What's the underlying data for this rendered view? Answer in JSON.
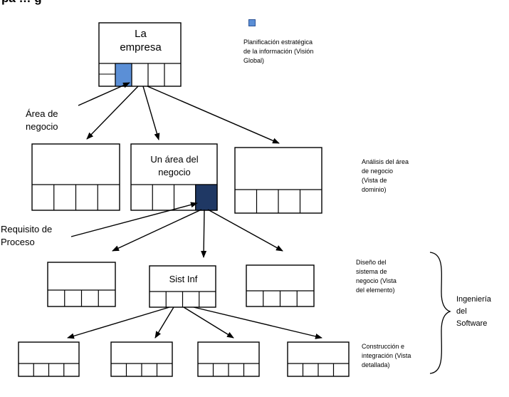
{
  "header": {
    "title": "pa … g"
  },
  "legend": {
    "swatch_color": "#5b8fd6",
    "text": "Planificación estratégica\nde la información (Visión\nGlobal)"
  },
  "top_box": {
    "label": "La\nempresa",
    "highlight_color": "#5b8fd6"
  },
  "area_box": {
    "label": "Un área del\nnegocio",
    "highlight_color": "#1f3864"
  },
  "system_box": {
    "label": "Sist Inf"
  },
  "pointers": {
    "area_negocio": "Área de\nnegocio",
    "requisito_proceso": "Requisito de\nProceso"
  },
  "levels": {
    "analysis": "Análisis del área\nde negocio\n(Vista de\ndominio)",
    "design": "Diseño del\nsistema de\nnegocio (Vista\ndel elemento)",
    "construction": "Construcción e\nintegración (Vista\ndetallada)"
  },
  "bracket_label": "Ingeniería\ndel\nSoftware"
}
